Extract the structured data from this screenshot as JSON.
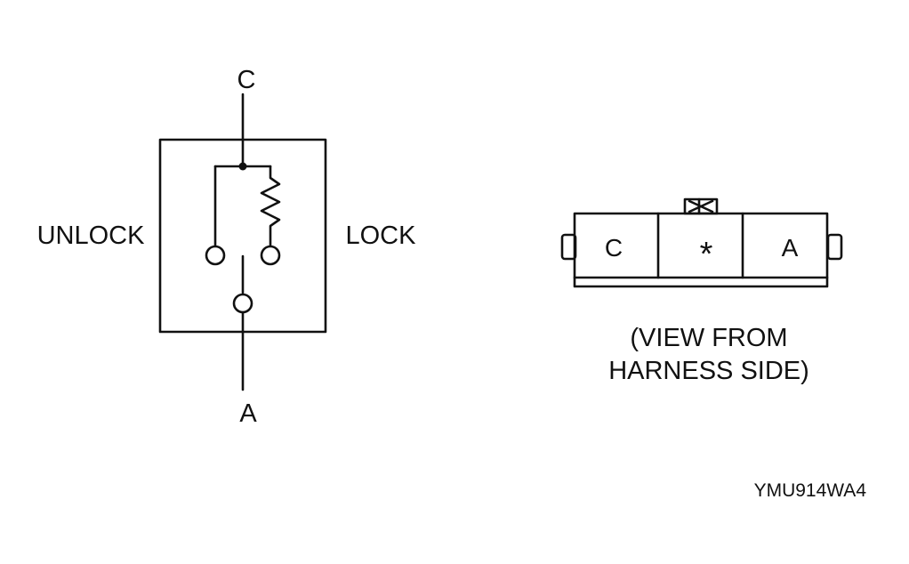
{
  "schematic": {
    "terminal_top": "C",
    "terminal_bottom": "A",
    "left_label": "UNLOCK",
    "right_label": "LOCK"
  },
  "connector": {
    "cells": [
      "C",
      "*",
      "A"
    ],
    "caption_line1": "(VIEW FROM",
    "caption_line2": "HARNESS SIDE)"
  },
  "figure_code": "YMU914WA4",
  "colors": {
    "ink": "#111111",
    "background": "#ffffff"
  }
}
